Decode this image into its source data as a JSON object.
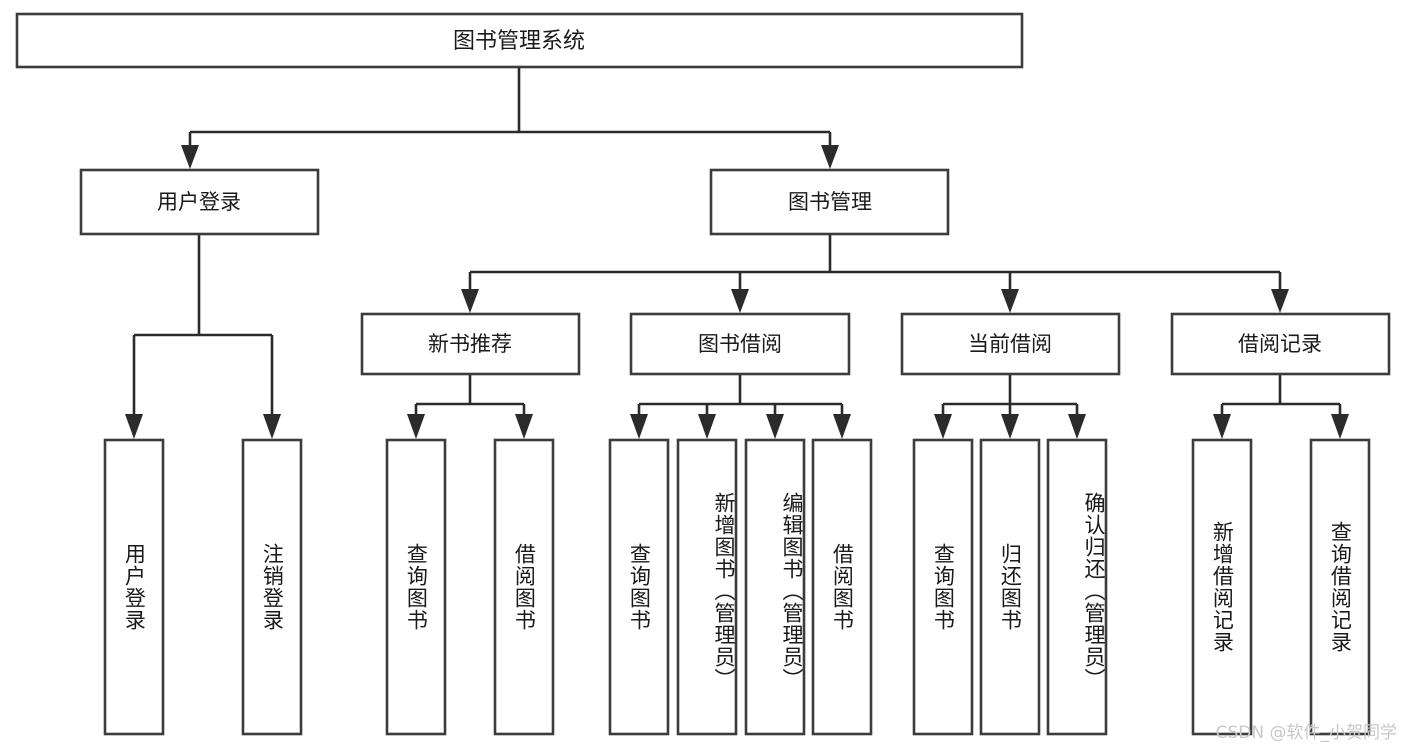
{
  "diagram": {
    "type": "tree-hierarchy-chart",
    "title_text": "图书管理系统",
    "root": {
      "label": "图书管理系统",
      "name": "node-book-management-system"
    },
    "level2": [
      {
        "label": "用户登录",
        "name": "node-user-login"
      },
      {
        "label": "图书管理",
        "name": "node-book-management"
      }
    ],
    "level3": [
      {
        "label": "新书推荐",
        "name": "node-new-book-recommendation"
      },
      {
        "label": "图书借阅",
        "name": "node-book-borrowing"
      },
      {
        "label": "当前借阅",
        "name": "node-current-borrowing"
      },
      {
        "label": "借阅记录",
        "name": "node-borrow-records"
      }
    ],
    "leaves": [
      {
        "label": "用户登录",
        "name": "leaf-user-login",
        "parent": "用户登录"
      },
      {
        "label": "注销登录",
        "name": "leaf-logout",
        "parent": "用户登录"
      },
      {
        "label": "查询图书",
        "name": "leaf-query-books-new",
        "parent": "新书推荐"
      },
      {
        "label": "借阅图书",
        "name": "leaf-borrow-books-new",
        "parent": "新书推荐"
      },
      {
        "label": "查询图书",
        "name": "leaf-query-books-borrow",
        "parent": "图书借阅"
      },
      {
        "label": "新增图书（管理员）",
        "name": "leaf-add-book-admin",
        "parent": "图书借阅"
      },
      {
        "label": "编辑图书（管理员）",
        "name": "leaf-edit-book-admin",
        "parent": "图书借阅"
      },
      {
        "label": "借阅图书",
        "name": "leaf-borrow-books",
        "parent": "图书借阅"
      },
      {
        "label": "查询图书",
        "name": "leaf-query-books-current",
        "parent": "当前借阅"
      },
      {
        "label": "归还图书",
        "name": "leaf-return-books",
        "parent": "当前借阅"
      },
      {
        "label": "确认归还（管理员）",
        "name": "leaf-confirm-return-admin",
        "parent": "当前借阅"
      },
      {
        "label": "新增借阅记录",
        "name": "leaf-add-borrow-record",
        "parent": "借阅记录"
      },
      {
        "label": "查询借阅记录",
        "name": "leaf-query-borrow-record",
        "parent": "借阅记录"
      }
    ],
    "colors": {
      "box_stroke": "#3c3c3c",
      "connector": "#2b2b2b",
      "background": "#ffffff",
      "text": "#1a1a1a",
      "watermark": "#c8c8c8"
    }
  },
  "watermark": {
    "text": "CSDN @软件_小贺同学"
  }
}
